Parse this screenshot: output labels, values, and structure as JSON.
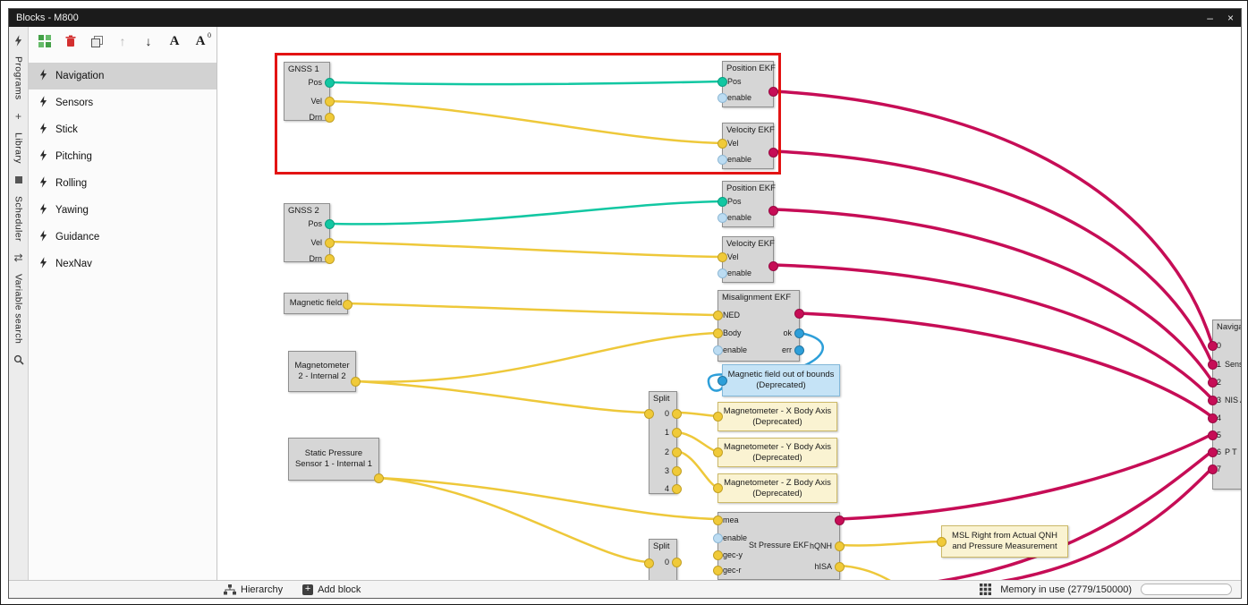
{
  "window": {
    "title": "Blocks - M800",
    "minimize": "–",
    "close": "×"
  },
  "tabstrip": {
    "programs": "Programs",
    "add": "+",
    "library": "Library",
    "scheduler": "Scheduler",
    "swap": "⇄",
    "variable_search": "Variable search"
  },
  "sidebar": {
    "toolbar": {
      "up": "↑",
      "down": "↓",
      "a_label": "A",
      "a2_label": "A",
      "error_count": "0"
    },
    "items": [
      {
        "label": "Navigation"
      },
      {
        "label": "Sensors"
      },
      {
        "label": "Stick"
      },
      {
        "label": "Pitching"
      },
      {
        "label": "Rolling"
      },
      {
        "label": "Yawing"
      },
      {
        "label": "Guidance"
      },
      {
        "label": "NexNav"
      }
    ]
  },
  "canvas": {
    "blocks": {
      "gnss1": {
        "title": "GNSS 1",
        "pos": "Pos",
        "vel": "Vel",
        "drn": "Drn"
      },
      "gnss2": {
        "title": "GNSS 2",
        "pos": "Pos",
        "vel": "Vel",
        "drn": "Drn"
      },
      "position_ekf": {
        "title": "Position EKF",
        "pos": "Pos",
        "enable": "enable"
      },
      "velocity_ekf": {
        "title": "Velocity EKF",
        "vel": "Vel",
        "enable": "enable"
      },
      "magnetic_field": {
        "title": "Magnetic field"
      },
      "misalignment_ekf": {
        "title": "Misalignment EKF",
        "ned": "NED",
        "body": "Body",
        "enable": "enable",
        "ok": "ok",
        "err": "err"
      },
      "magnetometer2": {
        "title": "Magnetometer 2 - Internal 2"
      },
      "mag_oob": {
        "title": "Magnetic field out of bounds (Deprecated)"
      },
      "split": {
        "title": "Split",
        "p0": "0",
        "p1": "1",
        "p2": "2",
        "p3": "3",
        "p4": "4"
      },
      "mag_x": {
        "title": "Magnetometer - X Body Axis (Deprecated)"
      },
      "mag_y": {
        "title": "Magnetometer - Y Body Axis (Deprecated)"
      },
      "mag_z": {
        "title": "Magnetometer - Z Body Axis (Deprecated)"
      },
      "static_pressure": {
        "title": "Static Pressure Sensor 1 - Internal 1"
      },
      "st_pressure_ekf": {
        "title": "St Pressure EKF",
        "mea": "mea",
        "enable": "enable",
        "gec_y": "gec-y",
        "gec_r": "gec-r",
        "hqnh": "hQNH",
        "hisa": "hISA"
      },
      "msl": {
        "title": "MSL Right from Actual QNH and Pressure Measurement"
      },
      "navigation": {
        "title": "Navigati",
        "p0": "0",
        "p1": "1",
        "p2": "2",
        "p3": "3",
        "p4": "4",
        "p5": "5",
        "p6": "6",
        "p7": "7",
        "sensor": "Sensor",
        "nis": "NIS A",
        "pt": "P T"
      }
    }
  },
  "statusbar": {
    "hierarchy": "Hierarchy",
    "add_block": "Add block",
    "memory": "Memory in use (2779/150000)"
  },
  "colors": {
    "wire_teal": "#12c7a2",
    "wire_yellow": "#eec83a",
    "wire_magenta": "#c60d56",
    "wire_blue": "#2e9fd9",
    "port_lightblue": "#bcdcf2",
    "highlight_red": "#e31313",
    "block_bg": "#d6d6d6",
    "deprecated_yellow_bg": "#faf3d2",
    "deprecated_blue_bg": "#c5e3f6"
  }
}
